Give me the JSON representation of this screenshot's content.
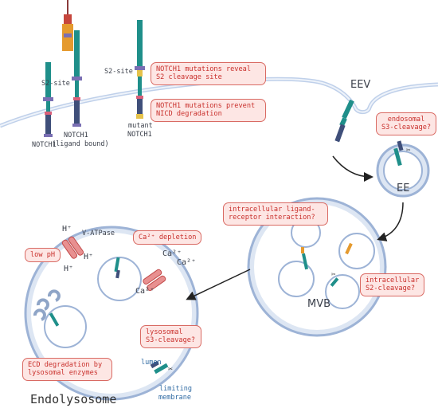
{
  "labels": {
    "notch1": "NOTCH1",
    "notch1_ligand_line1": "NOTCH1",
    "notch1_ligand_line2": "(ligand bound)",
    "mutant_line1": "mutant",
    "mutant_line2": "NOTCH1",
    "s2_site_a": "S2-site",
    "s2_site_b": "S2-site",
    "eev": "EEV",
    "ee": "EE",
    "mvb": "MVB",
    "v_atpase": "V-ATPase",
    "h_plus": "H⁺",
    "ca_2plus": "Ca²⁺",
    "lumen": "lumen",
    "limiting_line1": "limiting",
    "limiting_line2": "membrane",
    "endolysosome": "Endolysosome"
  },
  "callouts": {
    "s2_reveal": [
      "NOTCH1 mutations reveal",
      "S2 cleavage site"
    ],
    "nicd": [
      "NOTCH1 mutations prevent",
      "NICD degradation"
    ],
    "endo_s3": [
      "endosomal",
      "S3-cleavage?"
    ],
    "ligand_receptor": [
      "intracellular ligand-",
      "receptor interaction?"
    ],
    "intra_s2": [
      "intracellular",
      "S2-cleavage?"
    ],
    "low_ph": [
      "low pH"
    ],
    "ca_depletion": [
      "Ca²⁺ depletion"
    ],
    "lyso_s3": [
      "lysosomal",
      "S3-cleavage?"
    ],
    "ecd_degradation": [
      "ECD degradation by",
      "lysosomal enzymes"
    ]
  },
  "colors": {
    "membrane_fill": "#dde6f3",
    "membrane_stroke": "#9db3d6",
    "teal": "#1f8f8a",
    "purple": "#7a6fb3",
    "navy": "#3f4f7a",
    "pink": "#d9607a",
    "ligand_orange": "#e59a2e",
    "ligand_red": "#c6463c",
    "callout_fill": "#fde6e4",
    "callout_border": "#d96a63",
    "callout_text": "#c9302c"
  }
}
